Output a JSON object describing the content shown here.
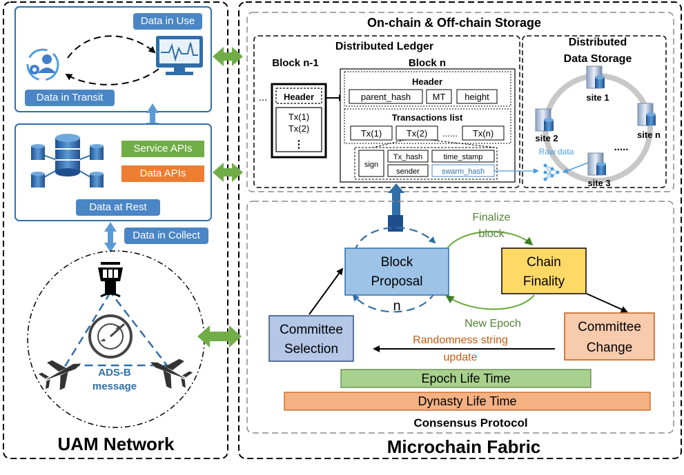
{
  "left": {
    "title": "UAM Network",
    "data_in_use": "Data in Use",
    "data_in_transit": "Data in Transit",
    "service_apis": "Service APIs",
    "data_apis": "Data APIs",
    "data_at_rest": "Data at Rest",
    "data_in_collect": "Data in Collect",
    "adsb_line1": "ADS-B",
    "adsb_line2": "message"
  },
  "right": {
    "title": "Microchain Fabric",
    "storage_title": "On-chain & Off-chain Storage",
    "ledger": {
      "title": "Distributed Ledger",
      "block_prev_label": "Block n-1",
      "block_cur_label": "Block n",
      "prev_header": "Header",
      "prev_dots": "...",
      "prev_tx1": "Tx(1)",
      "prev_tx2": "Tx(2)",
      "prev_vdots": "⋮",
      "header_title": "Header",
      "parent_hash": "parent_hash",
      "mt": "MT",
      "height": "height",
      "tx_list_title": "Transactions list",
      "tx1": "Tx(1)",
      "tx2": "Tx(2)",
      "tx_dots": "......",
      "txn": "Tx(n)",
      "sign": "sign",
      "tx_hash": "Tx_hash",
      "time_stamp": "time_stamp",
      "sender": "sender",
      "swarm_hash": "swarm_hash"
    },
    "storage": {
      "title_line1": "Distributed",
      "title_line2": "Data Storage",
      "site1": "site 1",
      "site2": "site 2",
      "site3": "site 3",
      "siten": "site n",
      "raw_data": "Raw data",
      "ring_dots": "....."
    },
    "consensus": {
      "title": "Consensus Protocol",
      "block_proposal_line1": "Block",
      "block_proposal_line2": "Proposal",
      "loop_n": "n",
      "chain_finality_line1": "Chain",
      "chain_finality_line2": "Finality",
      "committee_selection_line1": "Committee",
      "committee_selection_line2": "Selection",
      "committee_change_line1": "Committee",
      "committee_change_line2": "Change",
      "finalize_line1": "Finalize",
      "finalize_line2": "block",
      "new_epoch": "New Epoch",
      "randomness_line1": "Randomness string",
      "randomness_line2": "update",
      "epoch_life": "Epoch Life Time",
      "dynasty_life": "Dynasty Life Time"
    }
  },
  "colors": {
    "blue_label": "#4a86c5",
    "panel_border": "#2f6ea8",
    "green_api": "#70ad47",
    "orange_api": "#ed7d31",
    "block_proposal": "#9dc3e6",
    "chain_finality": "#ffd966",
    "committee_selection": "#b4c7e7",
    "committee_change": "#f8cbad",
    "epoch_bar": "#a9d18e",
    "dynasty_bar": "#f4b183",
    "green_arrow": "#70ad47",
    "green_text": "#548235",
    "orange_text": "#c55a11"
  }
}
